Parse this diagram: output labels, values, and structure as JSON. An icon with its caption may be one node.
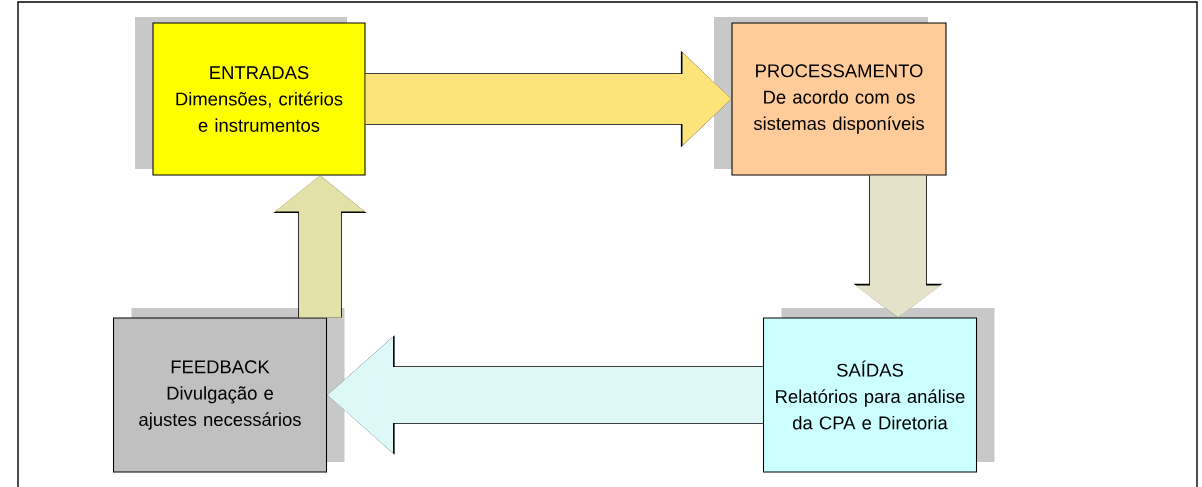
{
  "diagram": {
    "nodes": [
      {
        "text": [
          "ENTRADAS",
          "Dimensões, critérios e instrumentos"
        ]
      },
      {
        "text": [
          "PROCESSAMENTO",
          "De acordo com os sistemas disponíveis"
        ]
      },
      {
        "text": [
          "SAÍDAS",
          "Relatórios para análise da CPA e Diretoria"
        ]
      },
      {
        "text": [
          "FEEDBACK",
          "Divulgação e ajustes necessários"
        ]
      }
    ],
    "edges": [
      {
        "from": 0,
        "to": 1,
        "arrow": "to",
        "color": "#fce47a"
      },
      {
        "from": 1,
        "to": 2,
        "arrow": "to",
        "color": "#e4e2c8"
      },
      {
        "from": 2,
        "to": 3,
        "arrow": "to",
        "color": "#def8f8"
      },
      {
        "from": 3,
        "to": 0,
        "arrow": "to",
        "color": "#e2e2a8"
      }
    ]
  }
}
